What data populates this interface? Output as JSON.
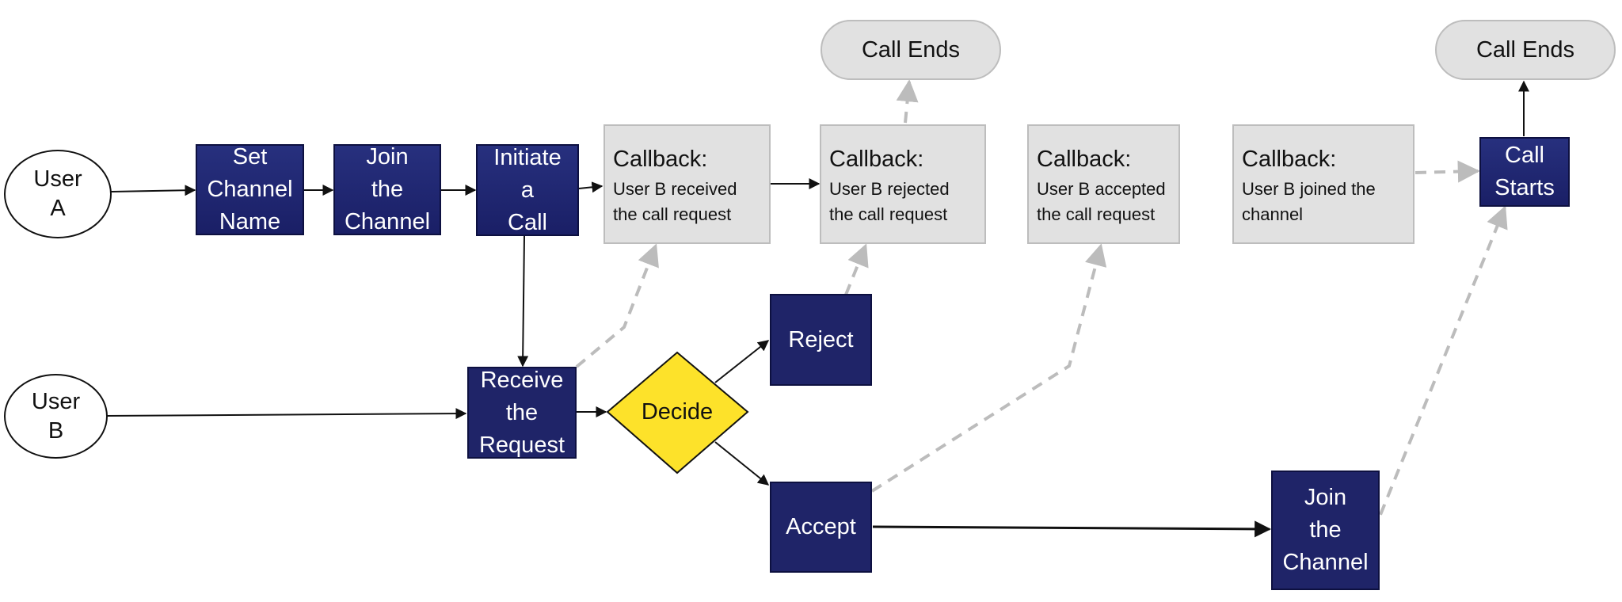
{
  "users": {
    "a": "User\nA",
    "b": "User\nB"
  },
  "steps": {
    "set_channel": "Set\nChannel\nName",
    "join_channel_a": "Join\nthe\nChannel",
    "initiate_call": "Initiate\na\nCall",
    "receive_request": "Receive\nthe\nRequest",
    "decide": "Decide",
    "reject": "Reject",
    "accept": "Accept",
    "join_channel_b": "Join\nthe\nChannel",
    "call_starts": "Call\nStarts"
  },
  "callbacks": [
    {
      "title": "Callback:",
      "body": "User B received\nthe call request"
    },
    {
      "title": "Callback:",
      "body": "User B rejected\nthe call request"
    },
    {
      "title": "Callback:",
      "body": "User B accepted\nthe call request"
    },
    {
      "title": "Callback:",
      "body": "User B joined the\nchannel"
    }
  ],
  "ends": {
    "left": "Call Ends",
    "right": "Call Ends"
  },
  "colors": {
    "step_fill": "#1f2468",
    "callback_fill": "#e1e1e1",
    "decide_fill": "#fde22a",
    "dashed_arrow": "#bcbcbc",
    "solid_arrow": "#111111"
  }
}
